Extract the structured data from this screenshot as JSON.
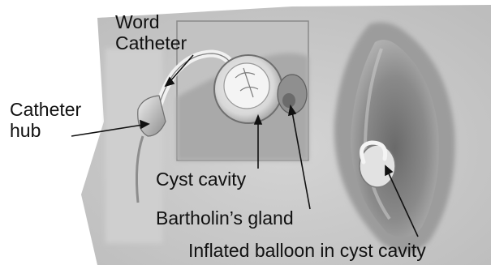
{
  "labels": {
    "word_catheter": [
      "Word",
      "Catheter"
    ],
    "catheter_hub": [
      "Catheter",
      "hub"
    ],
    "cyst_cavity": "Cyst cavity",
    "bartholins_gland": "Bartholin’s gland",
    "inflated_balloon": "Inflated balloon in cyst cavity"
  },
  "colors": {
    "background": "#ffffff",
    "illustration_tone": "#c9c9c9",
    "leader_line": "#111111"
  }
}
